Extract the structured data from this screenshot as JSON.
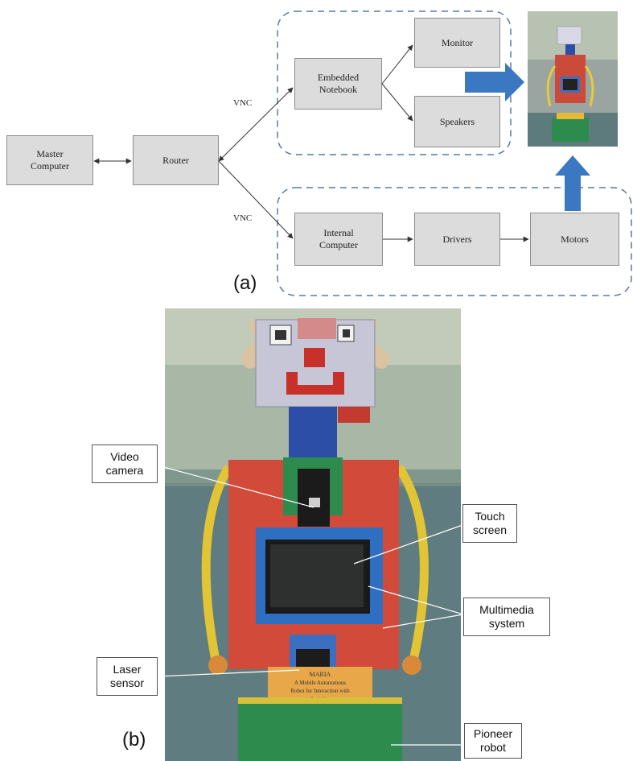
{
  "panel_a": {
    "label": "(a)",
    "nodes": {
      "master_computer": "Master\nComputer",
      "router": "Router",
      "embedded_notebook": "Embedded\nNotebook",
      "monitor": "Monitor",
      "speakers": "Speakers",
      "internal_computer": "Internal\nComputer",
      "drivers": "Drivers",
      "motors": "Motors"
    },
    "edge_labels": {
      "vnc_upper": "VNC",
      "vnc_lower": "VNC"
    }
  },
  "panel_b": {
    "label": "(b)",
    "callouts": {
      "video_camera": "Video\ncamera",
      "touch_screen": "Touch\nscreen",
      "multimedia_system": "Multimedia\nsystem",
      "laser_sensor": "Laser\nsensor",
      "pioneer_robot": "Pioneer\nrobot"
    },
    "sign_text": [
      "MARIA",
      "A Mobile Autonomous",
      "Robot for Interaction with",
      "Autistics"
    ]
  },
  "colors": {
    "box_fill": "#dcdcdc",
    "dashed_border": "#5a7a9a",
    "arrow_blue": "#3a78c2",
    "robot_red": "#d24a3a",
    "robot_blue": "#2f6fc2",
    "robot_green": "#2e8b4e"
  }
}
